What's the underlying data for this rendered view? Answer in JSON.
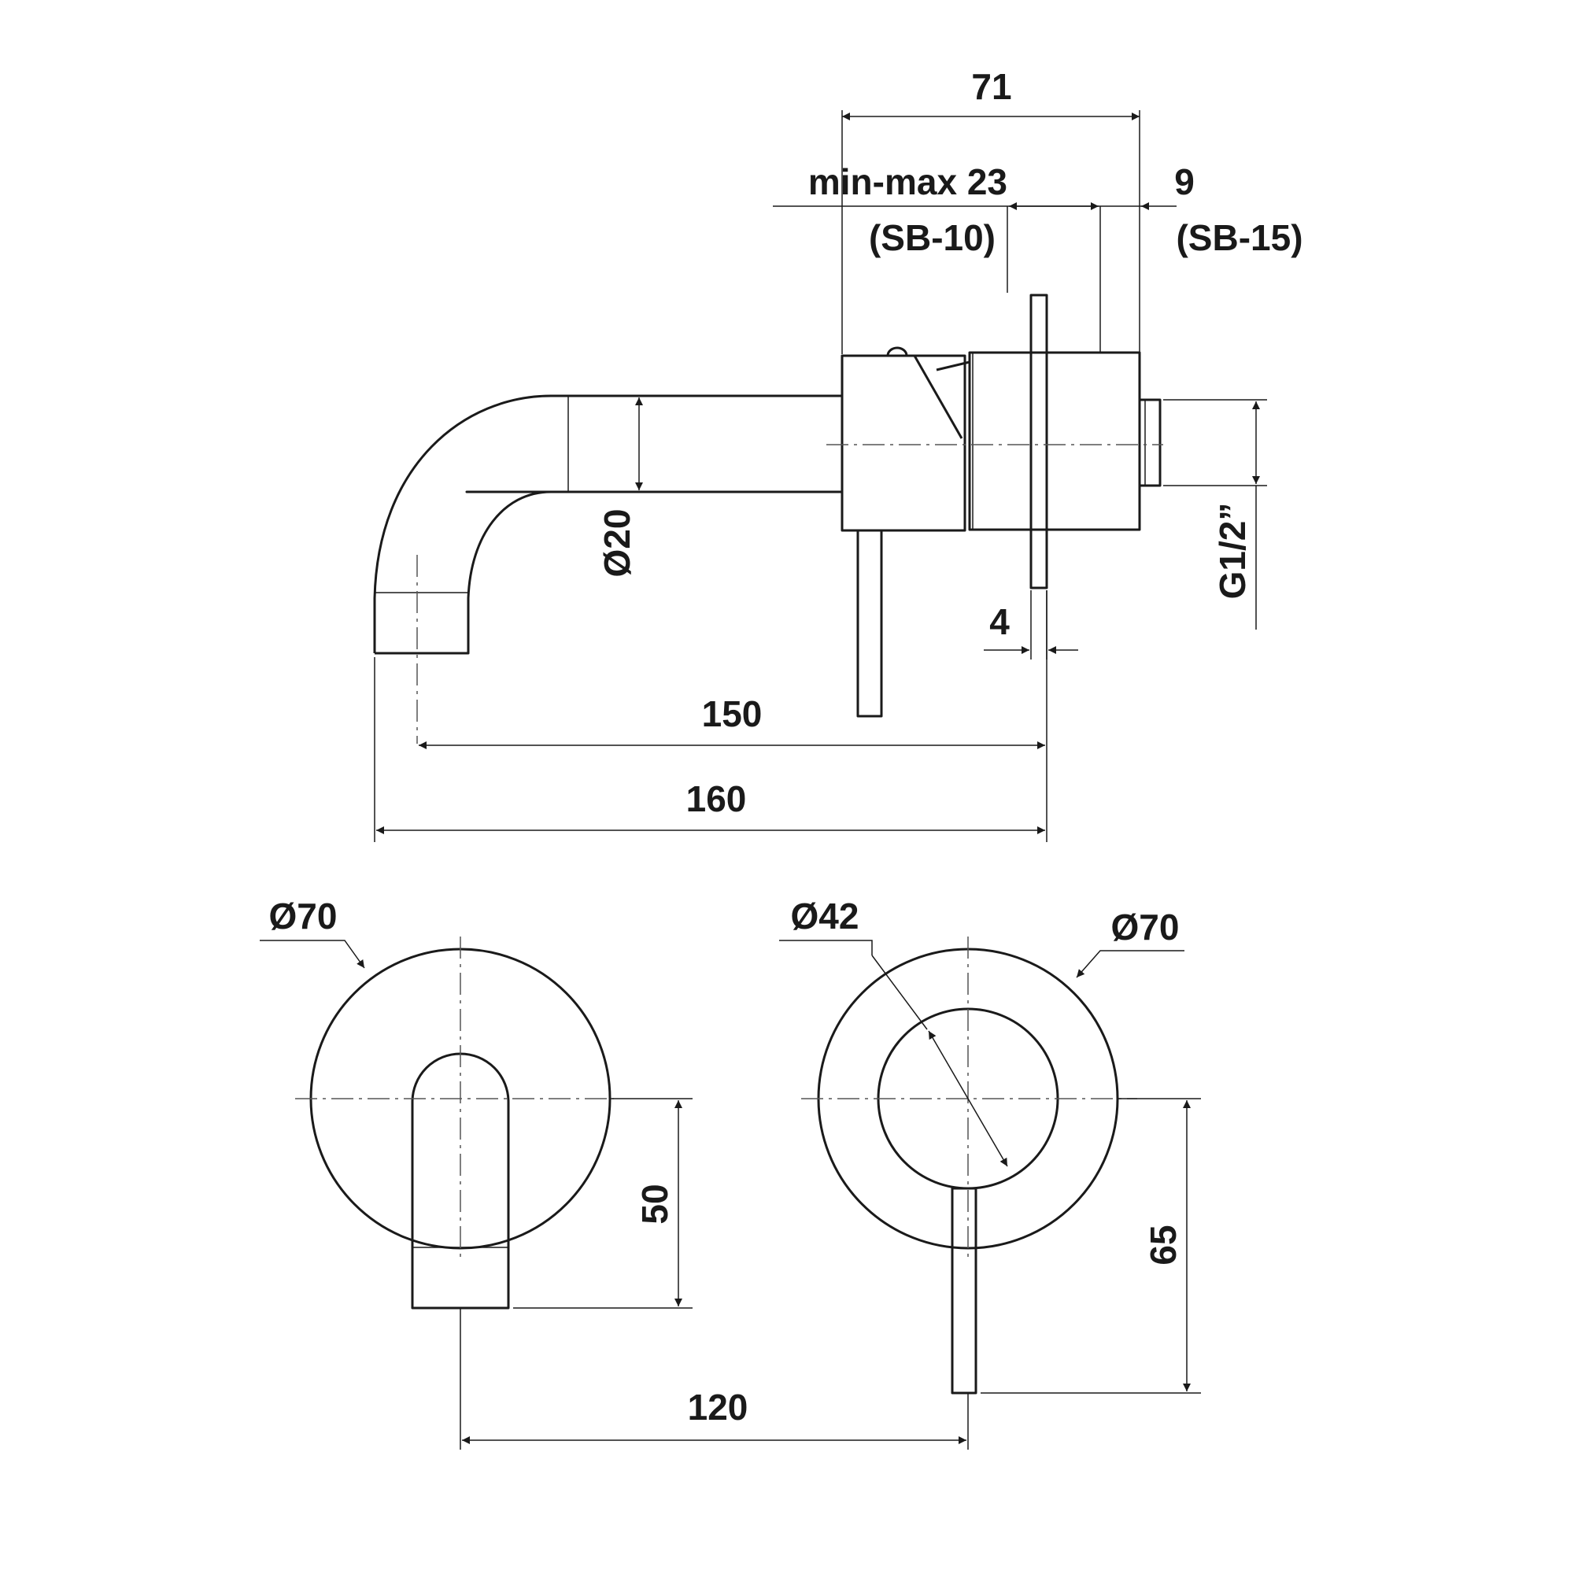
{
  "colors": {
    "line": "#1a1a1a",
    "centerline": "#555555",
    "background": "#ffffff"
  },
  "side_view": {
    "dim_overall_depth": "71",
    "dim_min_max": "min-max 23",
    "dim_min_max_code": "(SB-10)",
    "dim_nipple": "9",
    "dim_nipple_code": "(SB-15)",
    "dim_spout_diameter": "Ø20",
    "dim_thread": "G1/2”",
    "dim_plate_thickness": "4",
    "dim_spout_reach": "150",
    "dim_spout_total": "160"
  },
  "front_view_spout": {
    "dim_plate_diameter": "Ø70",
    "dim_spout_drop": "50"
  },
  "front_view_mixer": {
    "dim_body_diameter": "Ø42",
    "dim_plate_diameter": "Ø70",
    "dim_lever_drop": "65"
  },
  "dim_center_distance": "120"
}
